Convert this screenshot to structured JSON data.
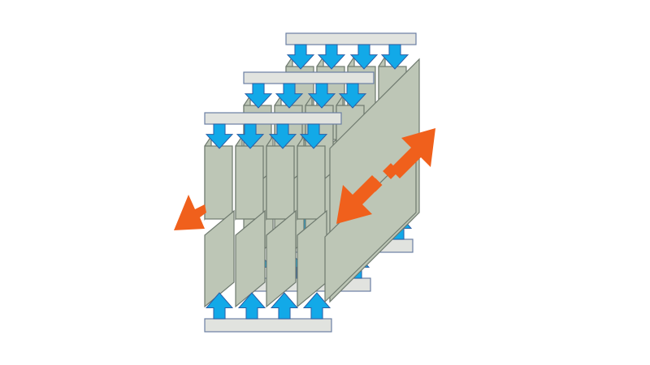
{
  "diagram": {
    "colors": {
      "background": "#ffffff",
      "plate_fill": "#bdc6b6",
      "plate_stroke": "#6f7a6f",
      "bar_fill": "#e1e3df",
      "bar_stroke": "#6a7fa3",
      "arrow_blue": "#12a9e8",
      "arrow_blue_stroke": "#2b5ea6",
      "arrow_orange": "#f0601c"
    },
    "layers": 3,
    "plates_per_layer": 5,
    "blue_arrows_per_bar": 4,
    "icons": {
      "inflow_arrow": "down-arrow-icon",
      "outflow_arrow": "up-arrow-icon",
      "lateral_flow": "double-headed-arrow-icon",
      "exit_flow": "left-arrow-icon"
    }
  }
}
